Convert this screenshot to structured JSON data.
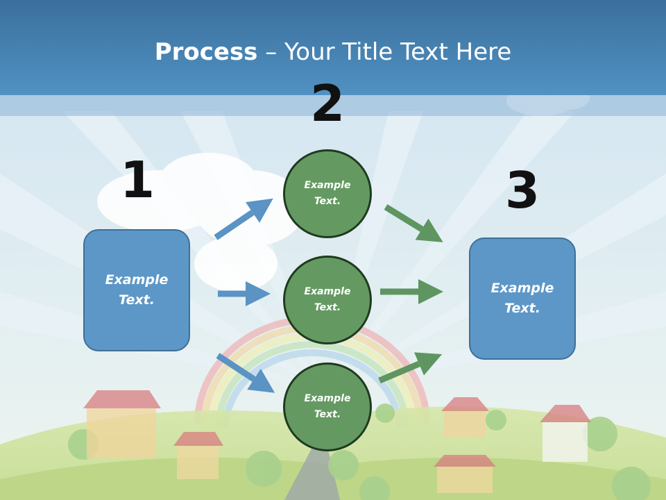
{
  "title": {
    "bold": "Process",
    "rest": " – Your Title Text Here"
  },
  "steps": {
    "one": {
      "number": "1",
      "text": "Example Text."
    },
    "two": {
      "number": "2",
      "circles": [
        "Example Text.",
        "Example Text.",
        "Example Text."
      ]
    },
    "three": {
      "number": "3",
      "text": "Example Text."
    }
  },
  "colors": {
    "header": "#4a87bb",
    "box_fill": "#5c97c8",
    "circle_fill": "#649a62",
    "arrow_blue": "#5a93c4",
    "arrow_green": "#5e9560"
  }
}
